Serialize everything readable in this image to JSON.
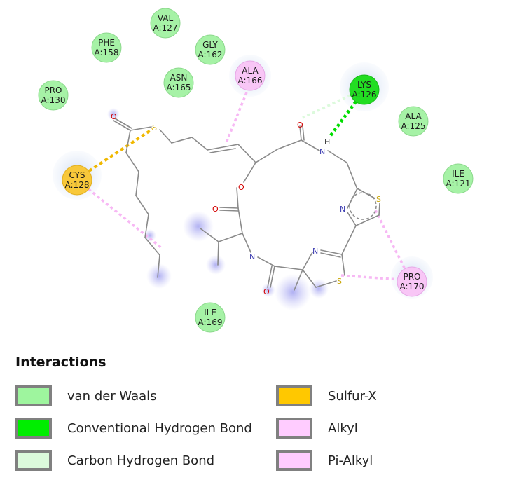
{
  "residues": [
    {
      "id": "val127",
      "name": "VAL",
      "pos": "A:127",
      "type": "vdw"
    },
    {
      "id": "phe158",
      "name": "PHE",
      "pos": "A:158",
      "type": "vdw"
    },
    {
      "id": "gly162",
      "name": "GLY",
      "pos": "A:162",
      "type": "vdw"
    },
    {
      "id": "asn165",
      "name": "ASN",
      "pos": "A:165",
      "type": "vdw"
    },
    {
      "id": "ala166",
      "name": "ALA",
      "pos": "A:166",
      "type": "alkyl"
    },
    {
      "id": "pro130",
      "name": "PRO",
      "pos": "A:130",
      "type": "vdw"
    },
    {
      "id": "lys126",
      "name": "LYS",
      "pos": "A:126",
      "type": "hbond"
    },
    {
      "id": "ala125",
      "name": "ALA",
      "pos": "A:125",
      "type": "vdw"
    },
    {
      "id": "ile121",
      "name": "ILE",
      "pos": "A:121",
      "type": "vdw"
    },
    {
      "id": "cys128",
      "name": "CYS",
      "pos": "A:128",
      "type": "sulfur"
    },
    {
      "id": "pro170",
      "name": "PRO",
      "pos": "A:170",
      "type": "pialkyl"
    },
    {
      "id": "ile169",
      "name": "ILE",
      "pos": "A:169",
      "type": "vdw"
    }
  ],
  "atoms": {
    "oxygen": "O",
    "nitrogen": "N",
    "sulfur": "S",
    "hydrogen": "H"
  },
  "legend": {
    "title": "Interactions",
    "items": [
      {
        "key": "vdw",
        "label": "van der Waals",
        "color": "#9ef59e"
      },
      {
        "key": "hbond",
        "label": "Conventional Hydrogen Bond",
        "color": "#00ee00"
      },
      {
        "key": "chbond",
        "label": "Carbon Hydrogen Bond",
        "color": "#dcfadc"
      },
      {
        "key": "sulfur",
        "label": "Sulfur-X",
        "color": "#ffc800"
      },
      {
        "key": "alkyl",
        "label": "Alkyl",
        "color": "#ffccff"
      },
      {
        "key": "pialkyl",
        "label": "Pi-Alkyl",
        "color": "#ffccff"
      }
    ]
  }
}
